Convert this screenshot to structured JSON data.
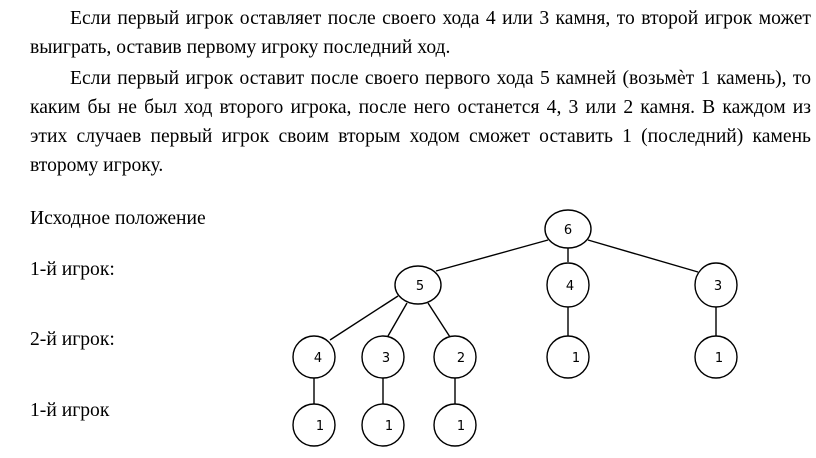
{
  "text": {
    "paragraph1": "Если первый игрок оставляет после своего хода 4 или 3 камня, то второй игрок может выиграть, оставив первому игроку последний ход.",
    "paragraph2": "Если первый игрок оставит после своего первого хода 5 камней (возьмѐт 1 камень), то каким бы не был ход второго игрока, после него останется 4, 3 или 2 камня. В каждом из этих случаев первый игрок своим вторым ходом сможет оставить 1 (последний) камень второму игроку."
  },
  "levels": {
    "start": "Исходное положение",
    "move1": "1-й игрок:",
    "move2": "2-й игрок:",
    "move3": "1-й игрок"
  },
  "tree": {
    "root": "6",
    "level1": [
      "5",
      "4",
      "3"
    ],
    "level2": [
      "4",
      "3",
      "2",
      "1",
      "1"
    ],
    "level3": [
      "1",
      "1",
      "1"
    ]
  }
}
